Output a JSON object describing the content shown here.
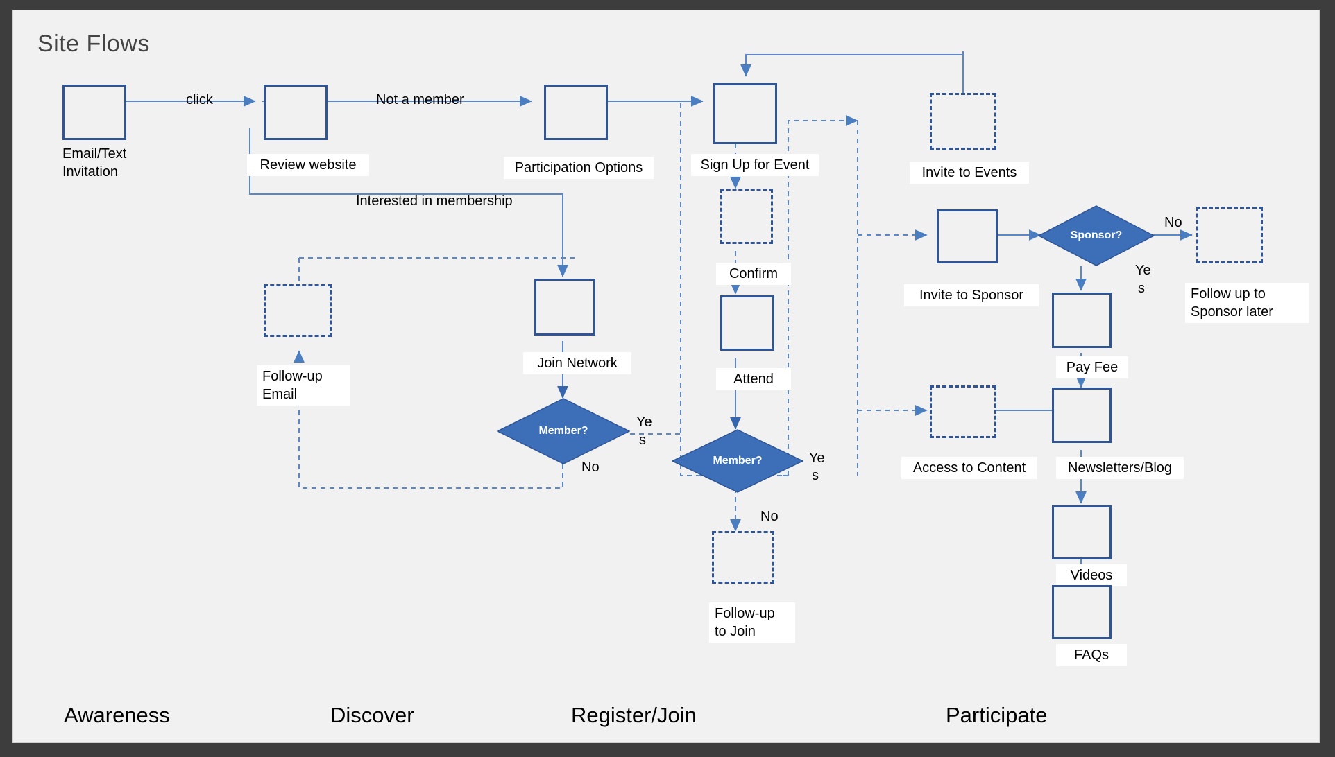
{
  "title": "Site Flows",
  "theme": {
    "page_bg": "#3d3d3d",
    "canvas_bg": "#f1f1f1",
    "node_border": "#2F5597",
    "edge": "#5B87C8",
    "diamond_fill": "#3C6FB8",
    "label_bg": "#ffffff"
  },
  "phases": [
    {
      "label": "Awareness"
    },
    {
      "label": "Discover"
    },
    {
      "label": "Register/Join"
    },
    {
      "label": "Participate"
    }
  ],
  "nodes": [
    {
      "id": "email_invite",
      "label": "Email/Text\nInvitation",
      "shape": "process",
      "style": "solid"
    },
    {
      "id": "review_website",
      "label": "Review website",
      "shape": "process",
      "style": "solid"
    },
    {
      "id": "participation",
      "label": "Participation Options",
      "shape": "process",
      "style": "solid"
    },
    {
      "id": "signup_event",
      "label": "Sign Up for Event",
      "shape": "process",
      "style": "solid"
    },
    {
      "id": "confirm",
      "label": "Confirm",
      "shape": "process",
      "style": "dashed"
    },
    {
      "id": "attend",
      "label": "Attend",
      "shape": "process",
      "style": "solid"
    },
    {
      "id": "followup_join",
      "label": "Follow-up\nto Join",
      "shape": "process",
      "style": "dashed"
    },
    {
      "id": "join_network",
      "label": "Join Network",
      "shape": "process",
      "style": "solid"
    },
    {
      "id": "followup_email",
      "label": "Follow-up\nEmail",
      "shape": "process",
      "style": "dashed"
    },
    {
      "id": "invite_events",
      "label": "Invite to Events",
      "shape": "process",
      "style": "dashed"
    },
    {
      "id": "invite_sponsor",
      "label": "Invite to Sponsor",
      "shape": "process",
      "style": "solid"
    },
    {
      "id": "followup_spons",
      "label": "Follow up to\nSponsor later",
      "shape": "process",
      "style": "dashed"
    },
    {
      "id": "pay_fee",
      "label": "Pay Fee",
      "shape": "process",
      "style": "solid"
    },
    {
      "id": "access_content",
      "label": "Access to Content",
      "shape": "process",
      "style": "dashed"
    },
    {
      "id": "newsletters",
      "label": "Newsletters/Blog",
      "shape": "process",
      "style": "solid"
    },
    {
      "id": "videos",
      "label": "Videos",
      "shape": "process",
      "style": "solid"
    },
    {
      "id": "faqs",
      "label": "FAQs",
      "shape": "process",
      "style": "solid"
    },
    {
      "id": "member_left",
      "label": "Member?",
      "shape": "decision",
      "style": "solid"
    },
    {
      "id": "member_mid",
      "label": "Member?",
      "shape": "decision",
      "style": "solid"
    },
    {
      "id": "sponsor",
      "label": "Sponsor?",
      "shape": "decision",
      "style": "solid"
    }
  ],
  "edge_labels": [
    {
      "id": "click",
      "text": "click"
    },
    {
      "id": "not_member",
      "text": "Not a member"
    },
    {
      "id": "interested",
      "text": "Interested in membership"
    },
    {
      "id": "yes_left_a",
      "text": "Ye"
    },
    {
      "id": "yes_left_b",
      "text": "s"
    },
    {
      "id": "no_left",
      "text": "No"
    },
    {
      "id": "yes_mid_a",
      "text": "Ye"
    },
    {
      "id": "yes_mid_b",
      "text": "s"
    },
    {
      "id": "no_mid",
      "text": "No"
    },
    {
      "id": "yes_spon_a",
      "text": "Ye"
    },
    {
      "id": "yes_spon_b",
      "text": "s"
    },
    {
      "id": "no_spon",
      "text": "No"
    }
  ]
}
